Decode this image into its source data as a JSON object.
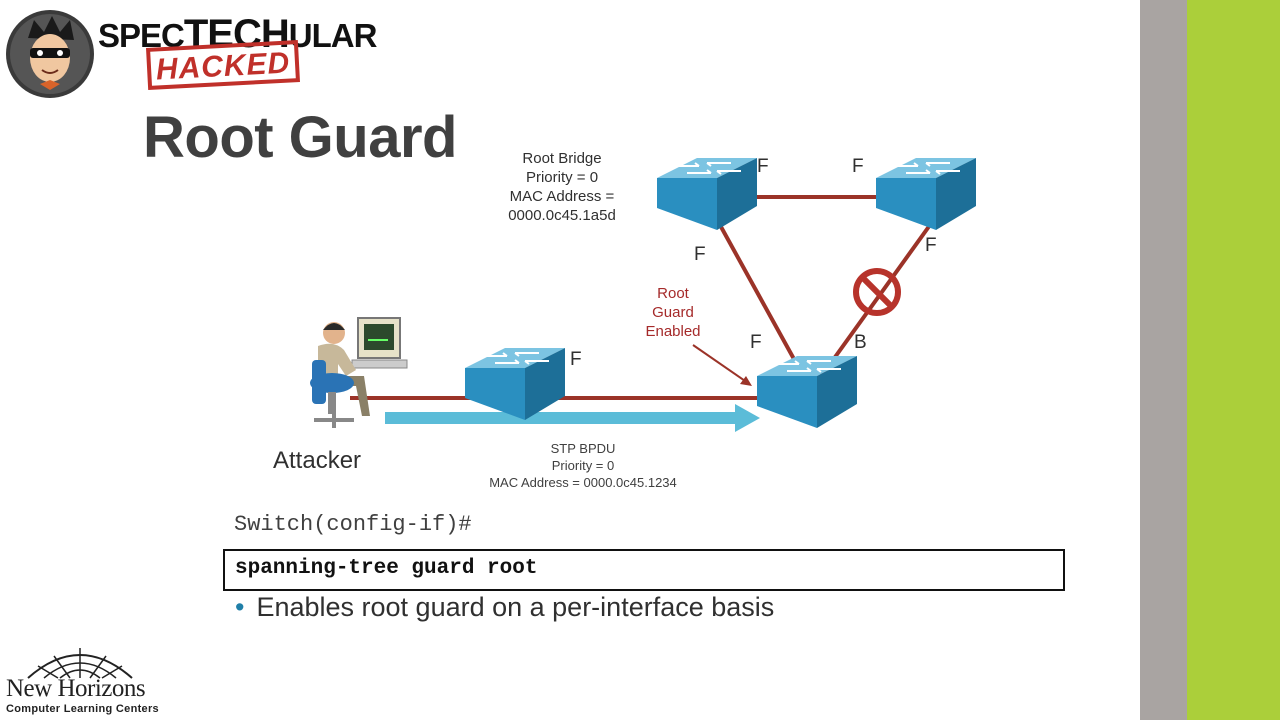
{
  "colors": {
    "stripe_gray": "#a9a4a2",
    "stripe_green": "#abcf3a",
    "link_red": "#9b3328",
    "switch_blue": "#2a8fc0",
    "bpdu_arrow": "#5bbcd8",
    "block_red": "#b7332b"
  },
  "branding": {
    "brand_pre": "SPEC",
    "brand_tech": "TECH",
    "brand_post": "ULAR",
    "hacked": "HACKED",
    "company_name": "New Horizons",
    "company_sub": "Computer Learning Centers"
  },
  "slide": {
    "title": "Root Guard"
  },
  "diagram": {
    "root_bridge_lines": [
      "Root Bridge",
      "Priority = 0",
      "MAC Address =",
      "0000.0c45.1a5d"
    ],
    "ports": {
      "top_left_right": "F",
      "top_right_left": "F",
      "top_left_bottom": "F",
      "top_right_bottom": "F",
      "bottom_right_left_upper": "F",
      "bottom_right_blocked": "B",
      "access_switch": "F"
    },
    "root_guard_lines": [
      "Root",
      "Guard",
      "Enabled"
    ],
    "attacker_label": "Attacker",
    "bpdu_lines": [
      "STP BPDU",
      "Priority = 0",
      "MAC Address = 0000.0c45.1234"
    ]
  },
  "config": {
    "prompt": "Switch(config-if)#",
    "command": "spanning-tree guard root",
    "bullet": "Enables root guard on a per-interface basis"
  }
}
